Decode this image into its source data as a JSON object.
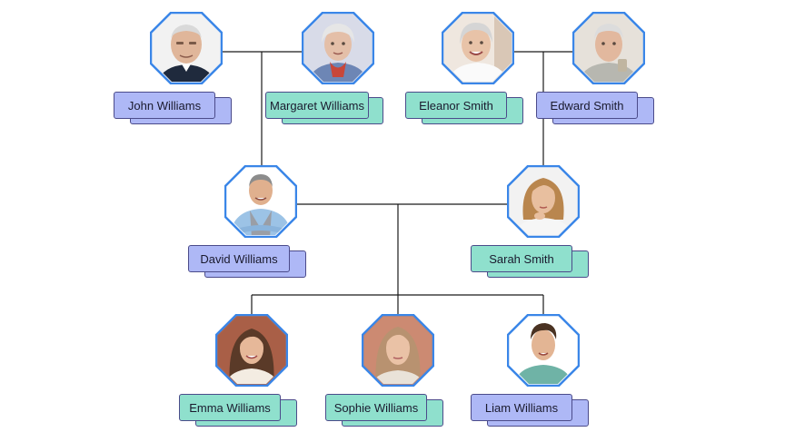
{
  "accent_color": "#3a86e8",
  "male_card_color": "#aeb8f6",
  "female_card_color": "#8fe0cd",
  "people": {
    "john": {
      "name": "John Williams",
      "gender": "male",
      "icon": "elderly-man-portrait"
    },
    "margaret": {
      "name": "Margaret Williams",
      "gender": "female",
      "icon": "elderly-woman-portrait"
    },
    "eleanor": {
      "name": "Eleanor Smith",
      "gender": "female",
      "icon": "elderly-woman-portrait"
    },
    "edward": {
      "name": "Edward Smith",
      "gender": "male",
      "icon": "elderly-man-portrait"
    },
    "david": {
      "name": "David Williams",
      "gender": "male",
      "icon": "man-portrait"
    },
    "sarah": {
      "name": "Sarah Smith",
      "gender": "female",
      "icon": "woman-portrait"
    },
    "emma": {
      "name": "Emma Williams",
      "gender": "female",
      "icon": "girl-portrait"
    },
    "sophie": {
      "name": "Sophie Williams",
      "gender": "female",
      "icon": "girl-portrait"
    },
    "liam": {
      "name": "Liam Williams",
      "gender": "male",
      "icon": "boy-portrait"
    }
  }
}
